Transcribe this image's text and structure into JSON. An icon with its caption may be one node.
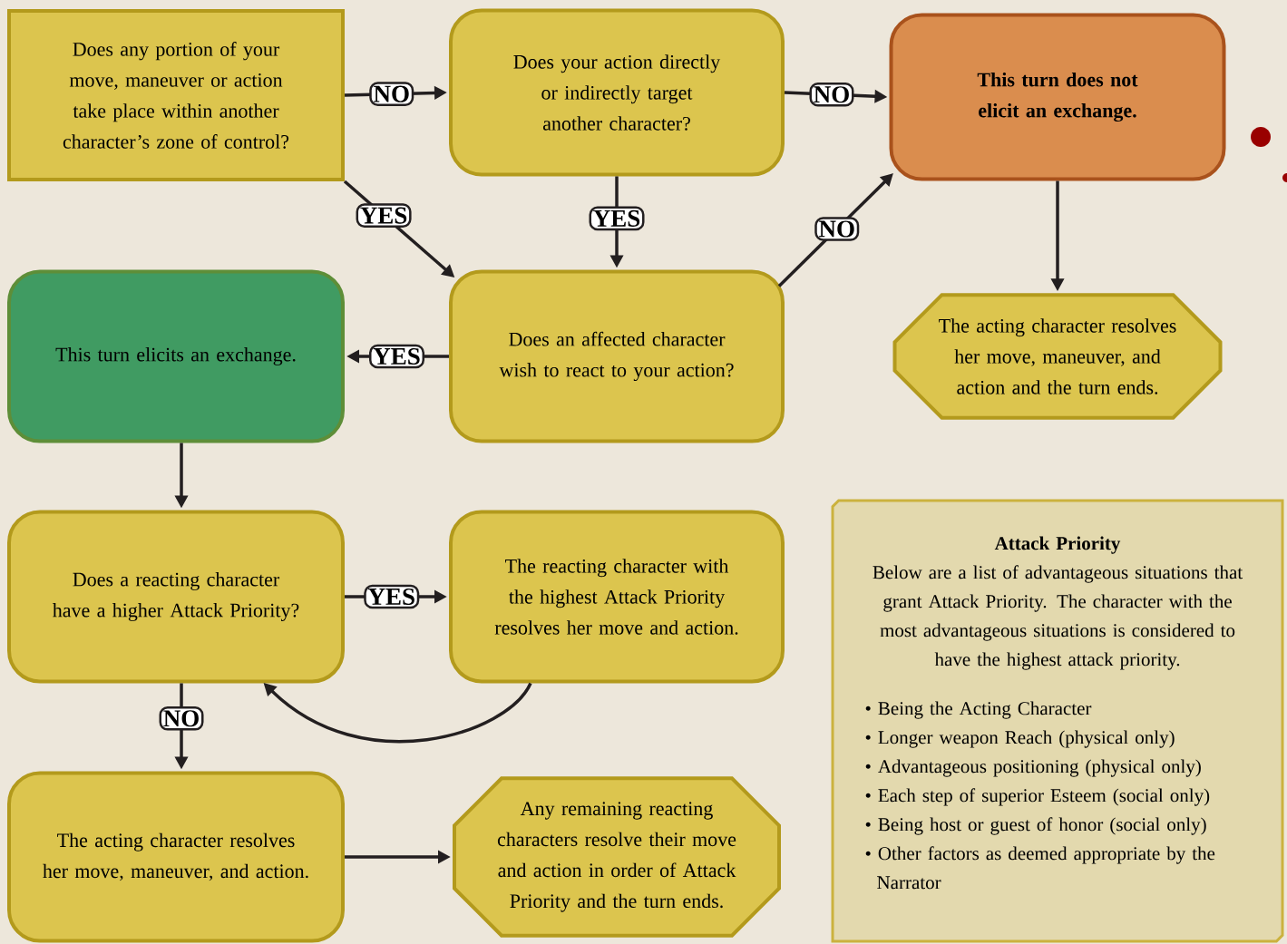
{
  "diagram": {
    "nodes": [
      {
        "text": [
          "Does any portion of your move, maneuver or action take place within another character’s zone of control?"
        ]
      },
      {
        "text": [
          "Does your action directly or indirectly target another character?"
        ]
      },
      {
        "text": [
          "This turn does not elicit an exchange."
        ]
      },
      {
        "text": [
          "The acting character resolves her move, maneuver, and action and the turn ends."
        ]
      },
      {
        "text": [
          "This turn elicits an exchange."
        ]
      },
      {
        "text": [
          "Does an affected character wish to react to your action?"
        ]
      },
      {
        "text": [
          "Does a reacting character have a higher Attack Priority?"
        ]
      },
      {
        "text": [
          "The reacting character with the highest Attack Priority resolves her move and action."
        ]
      },
      {
        "text": [
          "The acting character resolves her move, maneuver, and action."
        ]
      },
      {
        "text": [
          "Any remaining reacting characters resolve their move and action in order of Attack Priority and the turn ends."
        ]
      },
      {
        "text": [
          "Attack Priority",
          "Below are a list of advantageous situations that grant Attack Priority. The character with the most advantageous situations is considered to have the highest attack priority.",
          "• Being the Acting Character",
          "• Longer weapon Reach (physical only)",
          "• Advantageous positioning (physical only)",
          "• Each step of superior Esteem (social only)",
          "• Being host or guest of honor (social only)",
          "• Other factors as deemed appropriate by the Narrator"
        ]
      }
    ],
    "edges": [
      {
        "from": 0,
        "to": 1,
        "arrow": "to",
        "label": "NO"
      },
      {
        "from": 1,
        "to": 2,
        "arrow": "to",
        "label": "NO"
      },
      {
        "from": 0,
        "to": 5,
        "arrow": "to",
        "label": "YES"
      },
      {
        "from": 1,
        "to": 5,
        "arrow": "to",
        "label": "YES"
      },
      {
        "from": 5,
        "to": 2,
        "arrow": "to",
        "label": "NO"
      },
      {
        "from": 2,
        "to": 3,
        "arrow": "to"
      },
      {
        "from": 5,
        "to": 4,
        "arrow": "to",
        "label": "YES"
      },
      {
        "from": 4,
        "to": 6,
        "arrow": "to"
      },
      {
        "from": 6,
        "to": 7,
        "arrow": "to",
        "label": "YES"
      },
      {
        "from": 7,
        "to": 6,
        "arrow": "to"
      },
      {
        "from": 6,
        "to": 8,
        "arrow": "to",
        "label": "NO"
      },
      {
        "from": 8,
        "to": 9,
        "arrow": "to"
      }
    ]
  }
}
